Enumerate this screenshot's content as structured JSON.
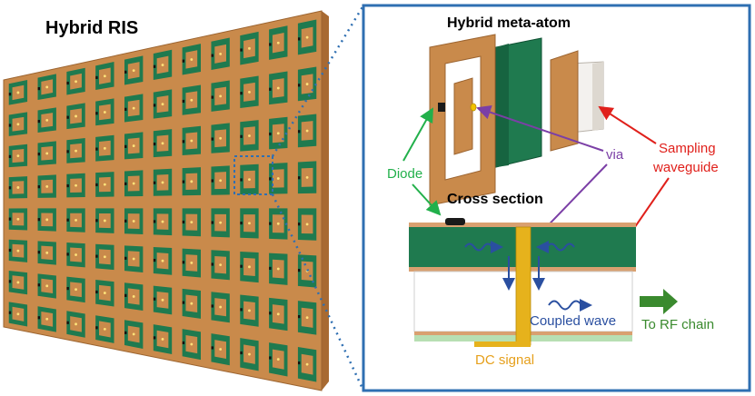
{
  "figure": {
    "left_title": "Hybrid RIS",
    "zoom_title": "Hybrid meta-atom",
    "cross_section_title": "Cross section",
    "label_diode": "Diode",
    "label_via": "via",
    "label_sampling": "Sampling",
    "label_waveguide": "waveguide",
    "label_coupled": "Coupled wave",
    "label_rf": "To RF chain",
    "label_dc": "DC signal"
  },
  "colors": {
    "copper": "#c98a4b",
    "substrate": "#1f7a4f",
    "frame_blue": "#2f6fb2",
    "diode_green": "#22b04b",
    "via_purple": "#7b3fa6",
    "sampling_red": "#e0201b",
    "rf_green": "#3a8a2e",
    "dc_gold": "#e6b21c",
    "wave_blue": "#2a4fa0"
  }
}
